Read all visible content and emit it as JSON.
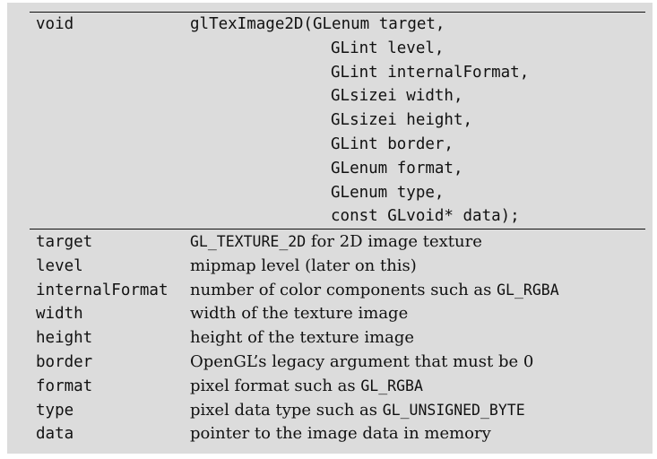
{
  "signature": {
    "return_type": "void",
    "function_name": "glTexImage2D(GLenum target,",
    "params": [
      "GLint level,",
      "GLint internalFormat,",
      "GLsizei width,",
      "GLsizei height,",
      "GLint border,",
      "GLenum format,",
      "GLenum type,",
      "const GLvoid* data);"
    ]
  },
  "parameters": [
    {
      "name": "target",
      "pre": "",
      "code": "GL_TEXTURE_2D",
      "post": " for 2D image texture"
    },
    {
      "name": "level",
      "pre": "mipmap level (later on this)",
      "code": "",
      "post": ""
    },
    {
      "name": "internalFormat",
      "pre": "number of color components such as ",
      "code": "GL_RGBA",
      "post": ""
    },
    {
      "name": "width",
      "pre": "width of the texture image",
      "code": "",
      "post": ""
    },
    {
      "name": "height",
      "pre": "height of the texture image",
      "code": "",
      "post": ""
    },
    {
      "name": "border",
      "pre": "OpenGL’s legacy argument that must be 0",
      "code": "",
      "post": ""
    },
    {
      "name": "format",
      "pre": "pixel format such as ",
      "code": "GL_RGBA",
      "post": ""
    },
    {
      "name": "type",
      "pre": "pixel data type such as ",
      "code": "GL_UNSIGNED_BYTE",
      "post": ""
    },
    {
      "name": "data",
      "pre": "pointer to the image data in memory",
      "code": "",
      "post": ""
    }
  ]
}
